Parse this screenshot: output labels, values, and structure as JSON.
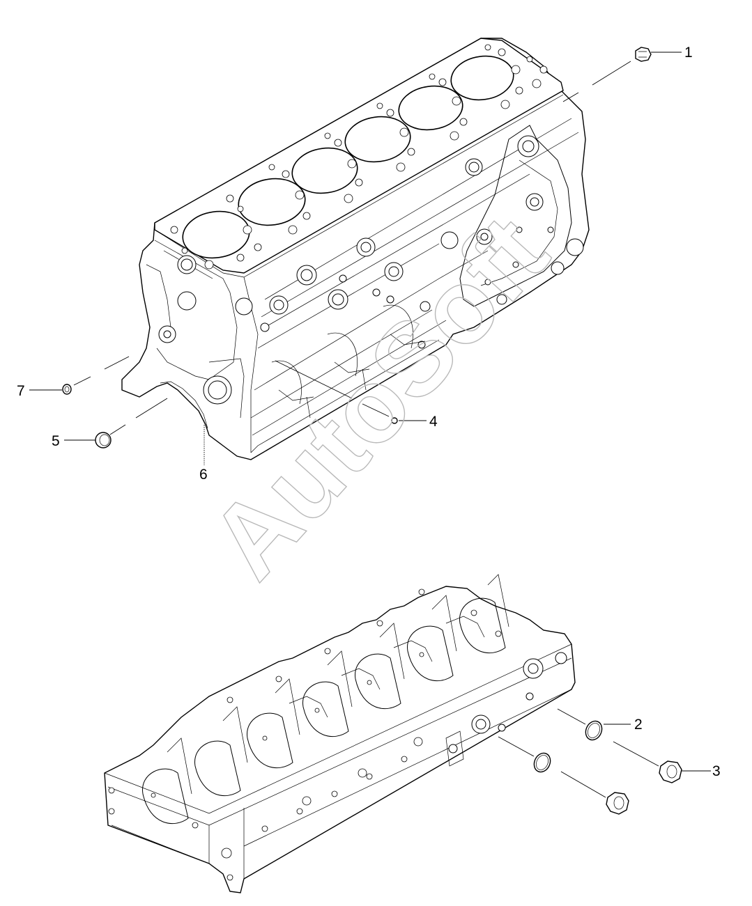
{
  "watermark": "AutoSoft",
  "callouts": [
    {
      "id": "1",
      "label": "1"
    },
    {
      "id": "2",
      "label": "2"
    },
    {
      "id": "3",
      "label": "3"
    },
    {
      "id": "4",
      "label": "4"
    },
    {
      "id": "5",
      "label": "5"
    },
    {
      "id": "6",
      "label": "6"
    },
    {
      "id": "7",
      "label": "7"
    }
  ]
}
